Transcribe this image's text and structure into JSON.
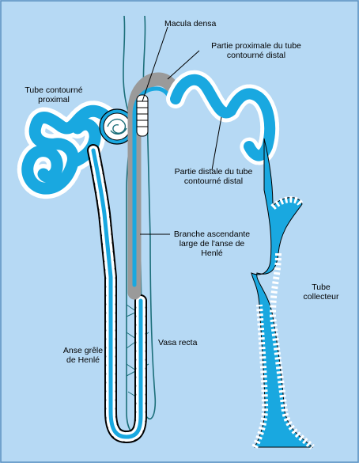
{
  "labels": {
    "macula_densa": "Macula densa",
    "partie_proximale_line1": "Partie proximale du tube",
    "partie_proximale_line2": "contourné distal",
    "tube_contourne_proximal_line1": "Tube contourné",
    "tube_contourne_proximal_line2": "proximal",
    "partie_distale_line1": "Partie distale du tube",
    "partie_distale_line2": "contourné distal",
    "branche_ascendante_line1": "Branche ascendante",
    "branche_ascendante_line2": "large de l'anse de",
    "branche_ascendante_line3": "Henlé",
    "tube_collecteur_line1": "Tube",
    "tube_collecteur_line2": "collecteur",
    "vasa_recta": "Vasa recta",
    "anse_grele_line1": "Anse grêle",
    "anse_grele_line2": "de Henlé"
  },
  "colors": {
    "background": "#b6d9f4",
    "tubule": "#19a8e0",
    "ascending_limb": "#9a9a9a",
    "vessel": "#1c6f7a",
    "cell_fill": "#ffffff",
    "outline": "#000000"
  }
}
